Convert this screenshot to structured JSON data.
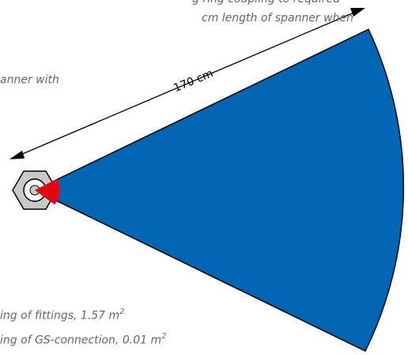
{
  "texts": {
    "top_line_1": "g ring coupling to required",
    "top_line_2": "cm length of spanner when",
    "left_text": "anner with",
    "dimension_label": "170 cm",
    "legend_fittings": "ing of fittings, 1.57 m",
    "legend_fittings_sup": "2",
    "legend_gs": "ing of GS-connection, 0.01 m",
    "legend_gs_sup": "2"
  },
  "colors": {
    "sector_fill": "#0066b3",
    "small_sector_fill": "#e30613",
    "nut_fill": "#c8c8c8",
    "text": "#666666"
  }
}
